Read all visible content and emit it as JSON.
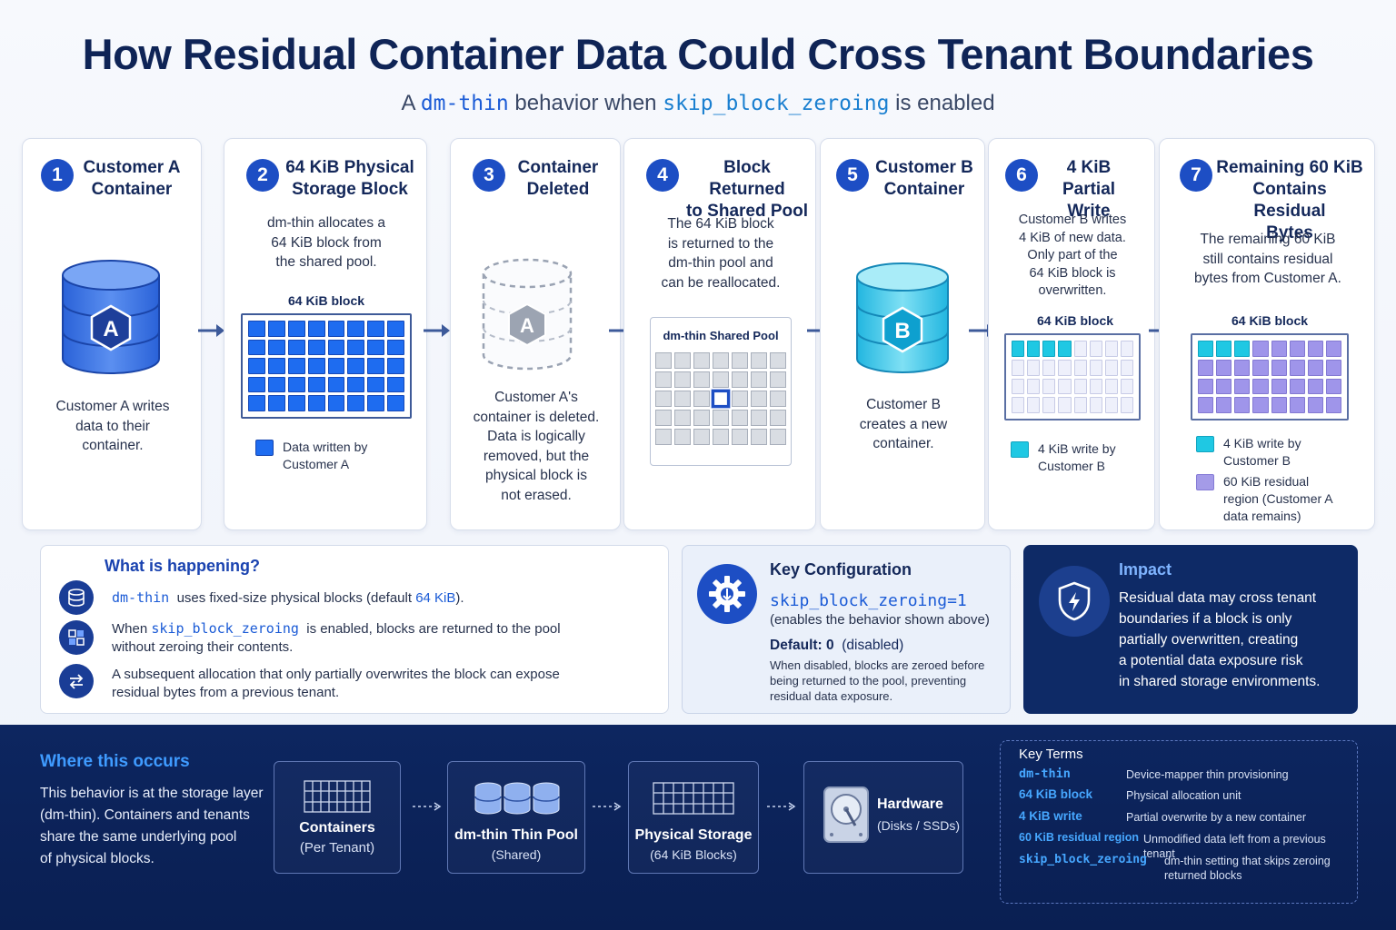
{
  "header": {
    "title": "How Residual Container Data Could Cross Tenant Boundaries",
    "subtitle_prefix": "A",
    "subtitle_code1": "dm-thin",
    "subtitle_mid": "behavior when",
    "subtitle_code2": "skip_block_zeroing",
    "subtitle_suffix": "is enabled"
  },
  "steps": [
    {
      "num": "1",
      "title_l1": "Customer A",
      "title_l2": "Container",
      "desc": [
        "Customer A writes",
        "data to their",
        "container."
      ],
      "icon": "database-a-icon",
      "badge": "A"
    },
    {
      "num": "2",
      "title_l1": "64 KiB Physical",
      "title_l2": "Storage Block",
      "desc": [
        "dm-thin allocates a",
        "64 KiB block from",
        "the shared pool."
      ],
      "block_label": "64 KiB block",
      "legend": [
        "Data written by",
        "Customer A"
      ]
    },
    {
      "num": "3",
      "title_l1": "Container",
      "title_l2": "Deleted",
      "desc": [
        "Customer A's",
        "container is deleted.",
        "Data is logically",
        "removed, but the",
        "physical block is",
        "not erased."
      ],
      "badge": "A"
    },
    {
      "num": "4",
      "title_l1": "Block Returned",
      "title_l2": "to Shared Pool",
      "desc": [
        "The 64 KiB block",
        "is returned to the",
        "dm-thin pool and",
        "can be reallocated."
      ],
      "pool_label": "dm-thin Shared Pool"
    },
    {
      "num": "5",
      "title_l1": "Customer B",
      "title_l2": "Container",
      "desc": [
        "Customer  B",
        "creates a new",
        "container."
      ],
      "badge": "B"
    },
    {
      "num": "6",
      "title_l1": "4 KiB",
      "title_l2": "Partial Write",
      "desc": [
        "Customer B writes",
        "4 KiB of new data.",
        "Only part of the",
        "64 KiB block is",
        "overwritten."
      ],
      "block_label": "64 KiB block",
      "legend": [
        "4 KiB write by",
        "Customer B"
      ]
    },
    {
      "num": "7",
      "title_l1": "Remaining 60 KiB",
      "title_l2": "Contains Residual",
      "title_l3": "Bytes",
      "desc": [
        "The remaining 60 KiB",
        "still contains residual",
        "bytes from Customer A."
      ],
      "block_label": "64 KiB block",
      "legend1": [
        "4 KiB write by",
        "Customer B"
      ],
      "legend2": [
        "60 KiB residual",
        "region (Customer A",
        "data remains)"
      ]
    }
  ],
  "what": {
    "title": "What is happening?",
    "item1_code": "dm-thin",
    "item1_text": "uses fixed-size physical blocks (default ",
    "item1_blue": "64 KiB",
    "item1_end": ").",
    "item2_pre": "When",
    "item2_code": "skip_block_zeroing",
    "item2_text": "is enabled, blocks are returned to the pool",
    "item2_l2": "without zeroing their contents.",
    "item3_l1": "A subsequent allocation that only partially overwrites the block can expose",
    "item3_l2": "residual bytes from a previous tenant."
  },
  "keyconfig": {
    "title": "Key Configuration",
    "setting": "skip_block_zeroing=1",
    "setting_note": "(enables the behavior shown above)",
    "default_label": "Default: 0",
    "default_note": "(disabled)",
    "desc": [
      "When disabled, blocks are zeroed before",
      "being returned to the pool, preventing",
      "residual data exposure."
    ]
  },
  "impact": {
    "title": "Impact",
    "lines": [
      "Residual data may cross tenant",
      "boundaries if a block is only",
      "partially overwritten, creating",
      "a potential data exposure risk",
      "in shared storage environments."
    ]
  },
  "where": {
    "title": "Where this occurs",
    "lines": [
      "This behavior is at the storage layer",
      "(dm-thin). Containers and tenants",
      "share the same underlying pool",
      "of physical blocks."
    ],
    "stack": [
      {
        "l1": "Containers",
        "l2": "(Per Tenant)"
      },
      {
        "l1": "dm-thin Thin Pool",
        "l2": "(Shared)"
      },
      {
        "l1": "Physical Storage",
        "l2": "(64 KiB Blocks)"
      },
      {
        "l1": "Hardware",
        "l2": "(Disks / SSDs)"
      }
    ]
  },
  "terms": {
    "title": "Key Terms",
    "items": [
      {
        "k": "dm-thin",
        "v": "Device-mapper thin provisioning"
      },
      {
        "k": "64 KiB block",
        "v": "Physical allocation unit"
      },
      {
        "k": "4 KiB write",
        "v": "Partial overwrite by a new container"
      },
      {
        "k": "60 KiB residual region",
        "v": "Unmodified data left from a previous tenant"
      },
      {
        "k": "skip_block_zeroing",
        "v": "dm-thin setting that skips zeroing",
        "v2": "returned blocks"
      }
    ]
  },
  "colors": {
    "navy": "#0e2a66",
    "blue": "#1d4ec4",
    "cellA": "#1e6cf0",
    "cyan": "#1fc8e3",
    "purple": "#9f95ea",
    "gray": "#d9dde3"
  }
}
